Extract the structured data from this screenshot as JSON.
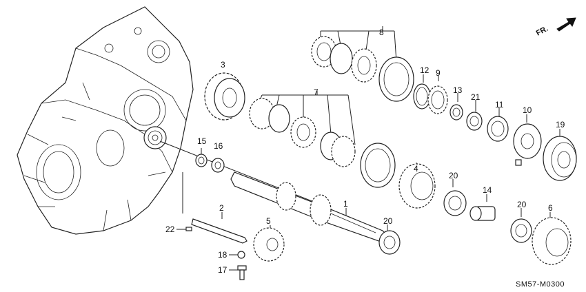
{
  "diagram": {
    "direction_label": "FR.",
    "drawing_code": "SM57-M0300",
    "callouts": [
      {
        "id": "c1",
        "label": "1"
      },
      {
        "id": "c2",
        "label": "2"
      },
      {
        "id": "c3",
        "label": "3"
      },
      {
        "id": "c4",
        "label": "4"
      },
      {
        "id": "c5",
        "label": "5"
      },
      {
        "id": "c6",
        "label": "6"
      },
      {
        "id": "c7",
        "label": "7"
      },
      {
        "id": "c8",
        "label": "8"
      },
      {
        "id": "c9",
        "label": "9"
      },
      {
        "id": "c10",
        "label": "10"
      },
      {
        "id": "c11",
        "label": "11"
      },
      {
        "id": "c12",
        "label": "12"
      },
      {
        "id": "c13",
        "label": "13"
      },
      {
        "id": "c14",
        "label": "14"
      },
      {
        "id": "c15",
        "label": "15"
      },
      {
        "id": "c16",
        "label": "16"
      },
      {
        "id": "c17",
        "label": "17"
      },
      {
        "id": "c18",
        "label": "18"
      },
      {
        "id": "c19",
        "label": "19"
      },
      {
        "id": "c20a",
        "label": "20"
      },
      {
        "id": "c20b",
        "label": "20"
      },
      {
        "id": "c20c",
        "label": "20"
      },
      {
        "id": "c21",
        "label": "21"
      },
      {
        "id": "c22",
        "label": "22"
      }
    ]
  }
}
